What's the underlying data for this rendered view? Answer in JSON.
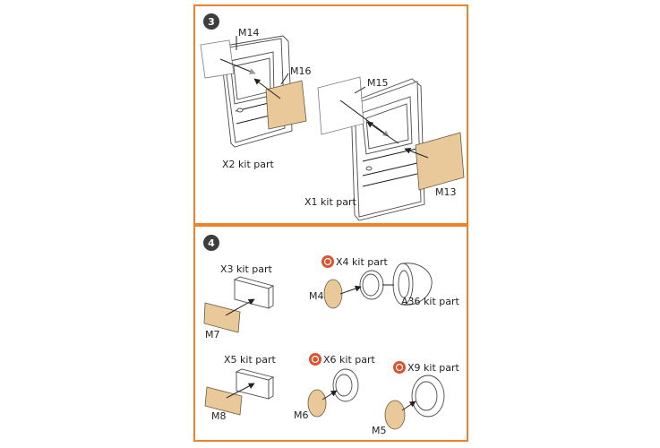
{
  "colors": {
    "frame": "#f0812b",
    "tan": "#e9c99a",
    "badge_dark": "#3d3d3d",
    "warning_badge": "#d9532e"
  },
  "step3": {
    "number": "3",
    "labels": {
      "m14": "M14",
      "m16": "M16",
      "m15": "M15",
      "m13": "M13",
      "x2": "X2 kit part",
      "x1": "X1 kit part"
    }
  },
  "step4": {
    "number": "4",
    "labels": {
      "x3": "X3 kit part",
      "m7": "M7",
      "x4": "X4 kit part",
      "m4": "M4",
      "a36": "A36 kit part",
      "x5": "X5 kit part",
      "m8": "M8",
      "x6": "X6 kit part",
      "m6": "M6",
      "x9": "X9 kit part",
      "m5": "M5"
    },
    "warning_icon": "glue-warning-icon"
  }
}
